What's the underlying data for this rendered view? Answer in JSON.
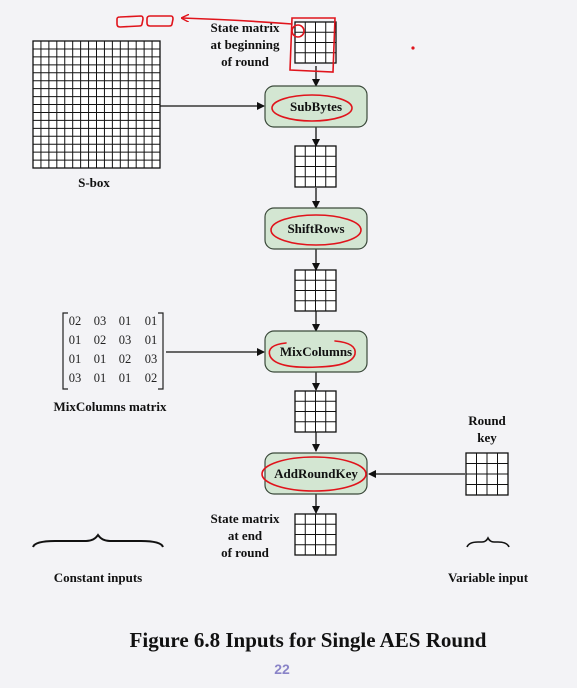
{
  "labels": {
    "state_begin": [
      "State matrix",
      "at beginning",
      "of round"
    ],
    "state_end": [
      "State matrix",
      "at end",
      "of round"
    ],
    "sbox": "S-box",
    "mix_matrix_label": "MixColumns matrix",
    "round_key": [
      "Round",
      "key"
    ],
    "constant_inputs": "Constant inputs",
    "variable_input": "Variable input"
  },
  "stages": [
    "SubBytes",
    "ShiftRows",
    "MixColumns",
    "AddRoundKey"
  ],
  "mix_matrix": [
    [
      "02",
      "03",
      "01",
      "01"
    ],
    [
      "01",
      "02",
      "03",
      "01"
    ],
    [
      "01",
      "01",
      "02",
      "03"
    ],
    [
      "03",
      "01",
      "01",
      "02"
    ]
  ],
  "caption": "Figure 6.8  Inputs for Single AES Round",
  "page_number": "22",
  "colors": {
    "background": "#f3f3f6",
    "stage_fill": "#d3e6d2",
    "stage_stroke": "#3b4a3b",
    "annotation_red": "#e0141c",
    "page_number": "#8a84c8"
  }
}
